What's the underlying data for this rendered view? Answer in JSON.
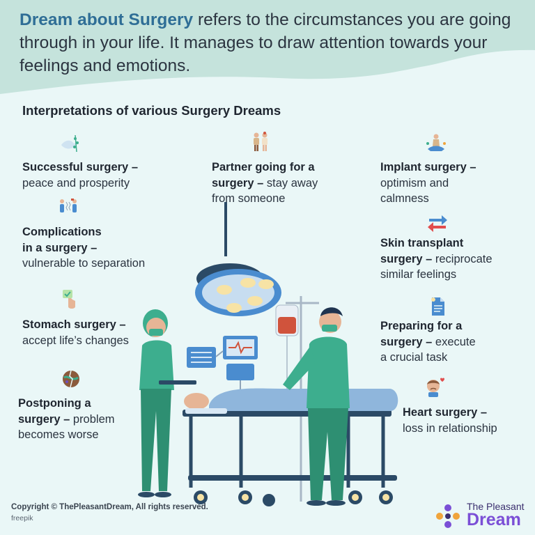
{
  "header": {
    "highlight": "Dream about Surgery",
    "text": " refers to the circumstances you are going through in your life. It manages to draw attention towards your feelings and emotions."
  },
  "section_title": "Interpretations of various Surgery Dreams",
  "items": [
    {
      "bold": "Successful surgery –",
      "rest": "peace and prosperity",
      "icon": "dove-icon"
    },
    {
      "bold": "Complications in a surgery –",
      "bold_line1": "Complications",
      "bold_line2": "in a surgery –",
      "rest": "vulnerable to separation",
      "icon": "people-arguing-icon"
    },
    {
      "bold": "Stomach surgery –",
      "rest": "accept life’s changes",
      "icon": "hand-check-icon"
    },
    {
      "bold": "Postponing a surgery –",
      "bold_line1": "Postponing a",
      "bold_line2": "surgery –",
      "rest": "problem becomes worse",
      "rest_line1": "problem",
      "rest_line2": "becomes worse",
      "icon": "broken-globe-icon"
    },
    {
      "bold": "Partner going for a surgery –",
      "bold_line1": "Partner going for a",
      "bold_line2": "surgery –",
      "rest": "stay away from someone",
      "rest_line1": "stay away",
      "rest_line2": "from someone",
      "icon": "couple-icon"
    },
    {
      "bold": "Implant surgery –",
      "rest": "optimism and calmness",
      "rest_line1": "optimism and",
      "rest_line2": "calmness",
      "icon": "meditation-icon"
    },
    {
      "bold": "Skin transplant surgery –",
      "bold_line1": "Skin transplant",
      "bold_line2": "surgery –",
      "rest": "reciprocate similar feelings",
      "rest_line1": "reciprocate",
      "rest_line2": "similar feelings",
      "icon": "exchange-arrows-icon"
    },
    {
      "bold": "Preparing for a surgery –",
      "bold_line1": "Preparing for a",
      "bold_line2": "surgery –",
      "rest": "execute a crucial task",
      "rest_line1": "execute",
      "rest_line2": "a crucial task",
      "icon": "document-icon"
    },
    {
      "bold": "Heart surgery –",
      "rest": "loss in relationship",
      "icon": "sad-girl-heart-icon"
    }
  ],
  "footer": {
    "copyright": "Copyright © ThePleasantDream, All rights reserved.",
    "credit": "freepik"
  },
  "brand": {
    "top": "The Pleasant",
    "main": "Dream"
  },
  "colors": {
    "background": "#c5e3dc",
    "panel": "#eaf7f7",
    "accent": "#2f6e96",
    "scrubs": "#3dae8e",
    "brand": "#7b4fd6"
  }
}
